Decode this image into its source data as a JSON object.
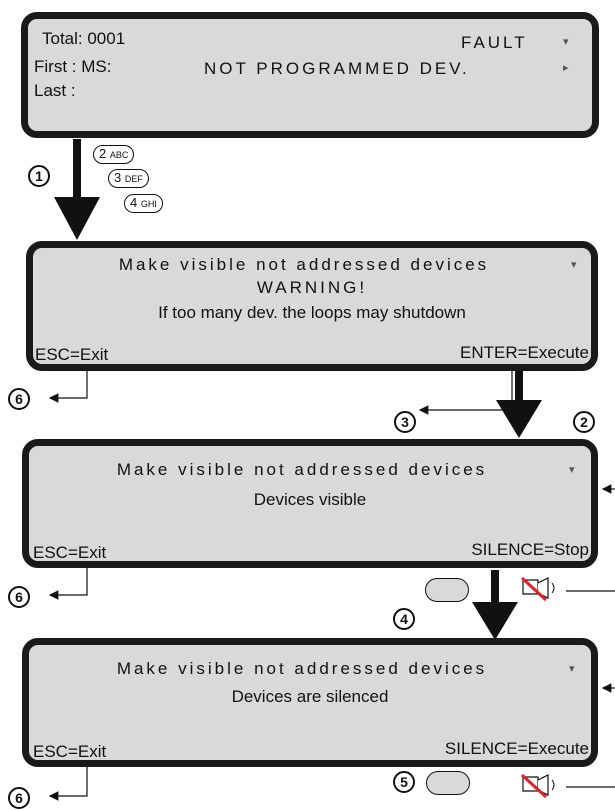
{
  "screen1": {
    "total": "Total: 0001",
    "first": "First  : MS:",
    "last": "Last  :",
    "status": "FAULT",
    "message": "NOT PROGRAMMED DEV."
  },
  "keys": {
    "k2": "2",
    "k2s": "ABC",
    "k3": "3",
    "k3s": "DEF",
    "k4": "4",
    "k4s": "GHI"
  },
  "screen2": {
    "title": "Make visible not addressed devices",
    "warning": "WARNING!",
    "note": "If too many dev. the loops may shutdown",
    "esc": "ESC=Exit",
    "enter": "ENTER=Execute"
  },
  "screen3": {
    "title": "Make visible not addressed devices",
    "status": "Devices visible",
    "esc": "ESC=Exit",
    "silence": "SILENCE=Stop"
  },
  "screen4": {
    "title": "Make visible not addressed devices",
    "status": "Devices are silenced",
    "esc": "ESC=Exit",
    "silence": "SILENCE=Execute"
  },
  "steps": {
    "s1": "1",
    "s2": "2",
    "s3": "3",
    "s4": "4",
    "s5": "5",
    "s6a": "6",
    "s6b": "6",
    "s6c": "6"
  },
  "glyphs": {
    "scroll": "▾",
    "next": "▸"
  }
}
